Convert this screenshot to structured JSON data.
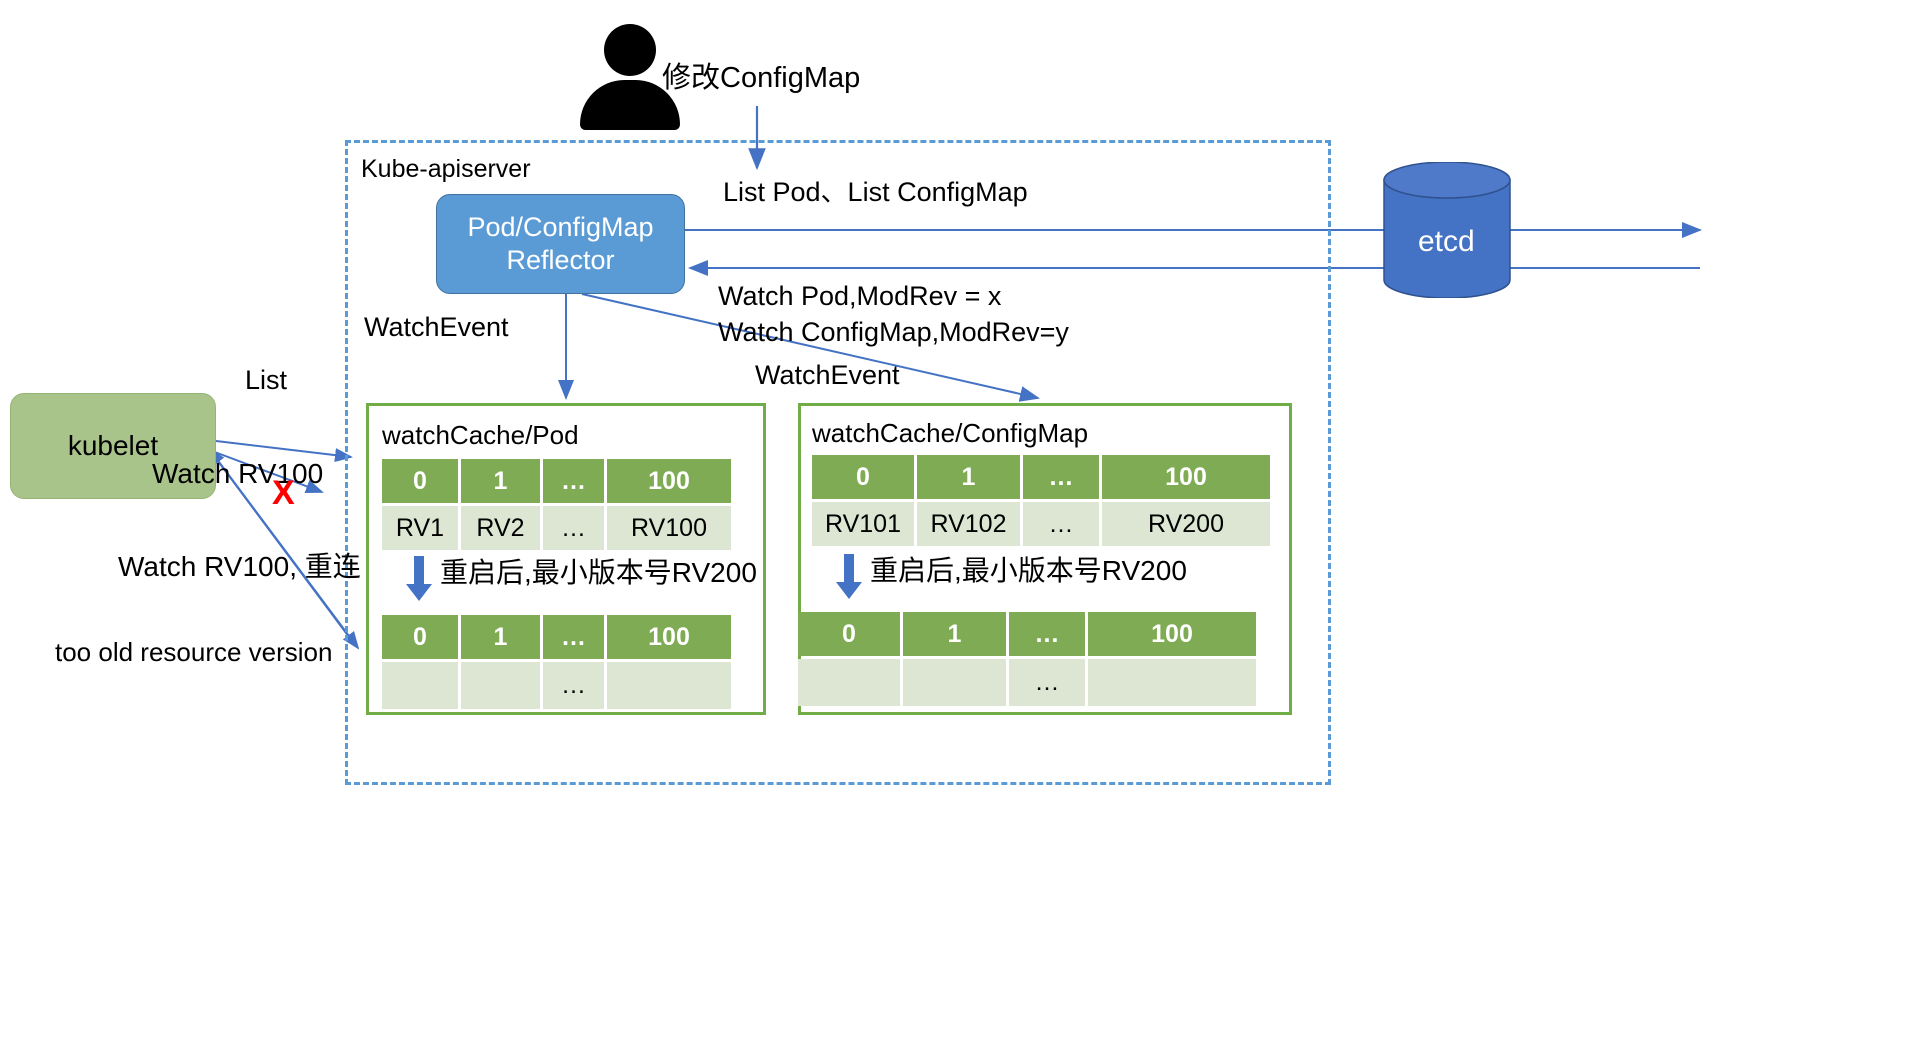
{
  "actor": {
    "icon": "person-icon",
    "label": "修改ConfigMap"
  },
  "apiserver": {
    "title": "Kube-apiserver"
  },
  "reflector": {
    "line1": "Pod/ConfigMap",
    "line2": "Reflector"
  },
  "etcd": {
    "label": "etcd"
  },
  "kubelet": {
    "label": "kubelet"
  },
  "edges": {
    "list_pod_configmap": "List Pod、List ConfigMap",
    "watch_pod": "Watch Pod,ModRev = x",
    "watch_configmap": "Watch ConfigMap,ModRev=y",
    "watch_event_left": "WatchEvent",
    "watch_event_right": "WatchEvent",
    "list": "List",
    "watch_rv100": "Watch RV100",
    "watch_rv100_reconnect": "Watch RV100, 重连",
    "too_old": "too old resource version",
    "x_mark": "X"
  },
  "caches": [
    {
      "title": "watchCache/Pod",
      "note": "重启后,最小版本号RV200",
      "before": {
        "headers": [
          "0",
          "1",
          "…",
          "100"
        ],
        "values": [
          "RV1",
          "RV2",
          "…",
          "RV100"
        ]
      },
      "after": {
        "headers": [
          "0",
          "1",
          "…",
          "100"
        ],
        "values": [
          "",
          "",
          "…",
          ""
        ]
      }
    },
    {
      "title": "watchCache/ConfigMap",
      "note": "重启后,最小版本号RV200",
      "before": {
        "headers": [
          "0",
          "1",
          "…",
          "100"
        ],
        "values": [
          "RV101",
          "RV102",
          "…",
          "RV200"
        ]
      },
      "after": {
        "headers": [
          "0",
          "1",
          "…",
          "100"
        ],
        "values": [
          "",
          "",
          "…",
          ""
        ]
      }
    }
  ],
  "colors": {
    "accent_blue": "#5B9BD5",
    "etcd_blue": "#4472C4",
    "kubelet_green": "#A9C48A",
    "table_header_green": "#7FAB55",
    "table_cell_green": "#DCE6D3",
    "panel_border_green": "#70AD47",
    "error_red": "#FF0000"
  }
}
